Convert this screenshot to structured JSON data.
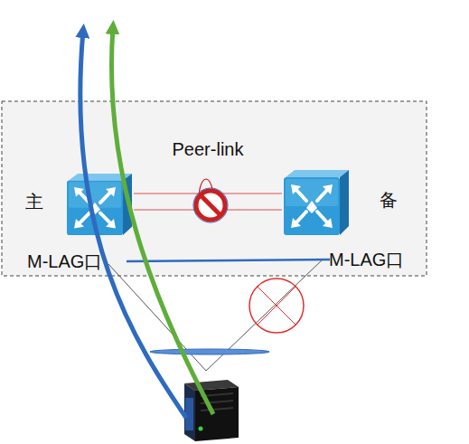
{
  "diagram": {
    "nodes": [
      {
        "text": [
          "主",
          "M-LAG口"
        ]
      },
      {
        "text": [
          "备",
          "M-LAG口"
        ]
      }
    ],
    "edges": [
      {
        "from": 0,
        "to": 1,
        "arrow": "none",
        "label": "Peer-link"
      }
    ]
  }
}
